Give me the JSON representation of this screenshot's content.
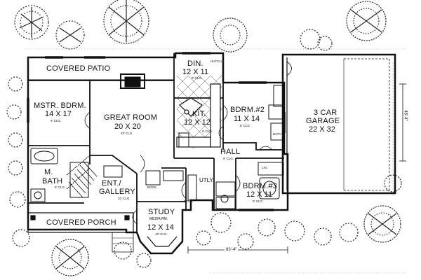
{
  "plan": {
    "covered_patio": "COVERED PATIO",
    "covered_porch": "COVERED PORCH",
    "master": {
      "name": "MSTR. BDRM.",
      "dims": "14 X 17",
      "ceiling": "9' CLG."
    },
    "great": {
      "name": "GREAT ROOM",
      "dims": "20 X 20",
      "ceiling": "10' CLG."
    },
    "dining": {
      "name": "DIN.",
      "dims": "12 X 11",
      "ceiling": "9' CLG."
    },
    "kitchen": {
      "name": "KIT.",
      "dims": "12 X 12",
      "ceiling": "9' CLG."
    },
    "bed2": {
      "name": "BDRM.#2",
      "dims": "11 X 14",
      "ceiling": "8' CLG."
    },
    "bed3": {
      "name": "BDRM.#3",
      "dims": "12 X 11",
      "ceiling": "8' CLG."
    },
    "garage": {
      "name": "3 CAR",
      "name2": "GARAGE",
      "dims": "22 X 32"
    },
    "hall": {
      "name": "HALL",
      "ceiling": "9' CLG."
    },
    "mbath": {
      "name": "M.",
      "name2": "BATH",
      "ceiling": "9' CLG."
    },
    "entry": {
      "name": "ENT./",
      "name2": "GALLERY",
      "ceiling": "10' CLG."
    },
    "study": {
      "name": "STUDY",
      "sub": "MEDIA RM.",
      "dims": "12 X 14",
      "ceiling": "10' CLG."
    },
    "utility": "UTLY.",
    "small": {
      "hutch": "HUTCH",
      "bath": "BATH",
      "book": "BOOK",
      "book2": "BOOK",
      "linen": "LIN."
    },
    "width_dim": "83'-4\"",
    "depth_dim": "45'-4\""
  }
}
